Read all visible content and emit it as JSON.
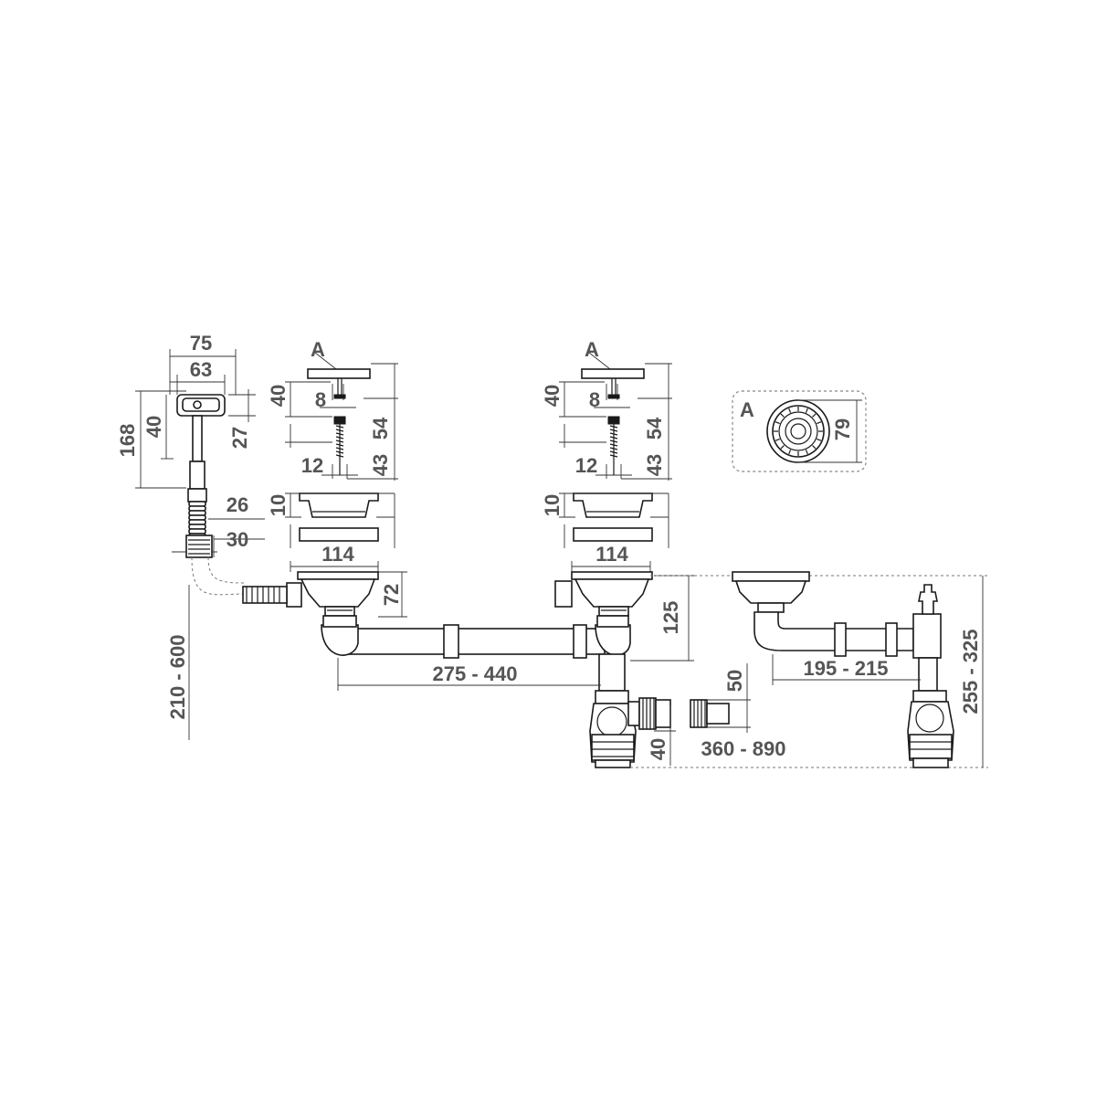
{
  "overflow_unit": {
    "w_outer": "75",
    "w_inner": "63",
    "h_total": "168",
    "h_body": "40",
    "h_plate": "27",
    "hose_d1": "26",
    "hose_d2": "30",
    "hose_len": "210 - 600"
  },
  "strainer_left": {
    "callout": "A",
    "h_cap": "40",
    "d_stem": "8",
    "h_total": "54",
    "h_screw": "43",
    "d_screw": "12",
    "h_cup": "10",
    "d_body": "114",
    "h_body": "72"
  },
  "strainer_right": {
    "callout": "A",
    "h_cap": "40",
    "d_stem": "8",
    "h_total": "54",
    "h_screw": "43",
    "d_screw": "12",
    "h_cup": "10",
    "d_body": "114",
    "h_body": "125"
  },
  "detail_a": {
    "callout": "A",
    "diameter": "79"
  },
  "siphon": {
    "pipe_len": "275 - 440",
    "outlet_d": "50",
    "outlet_d2": "40",
    "outlet_len": "360 - 890",
    "side_len": "195 - 215",
    "total_h": "255 - 325"
  }
}
